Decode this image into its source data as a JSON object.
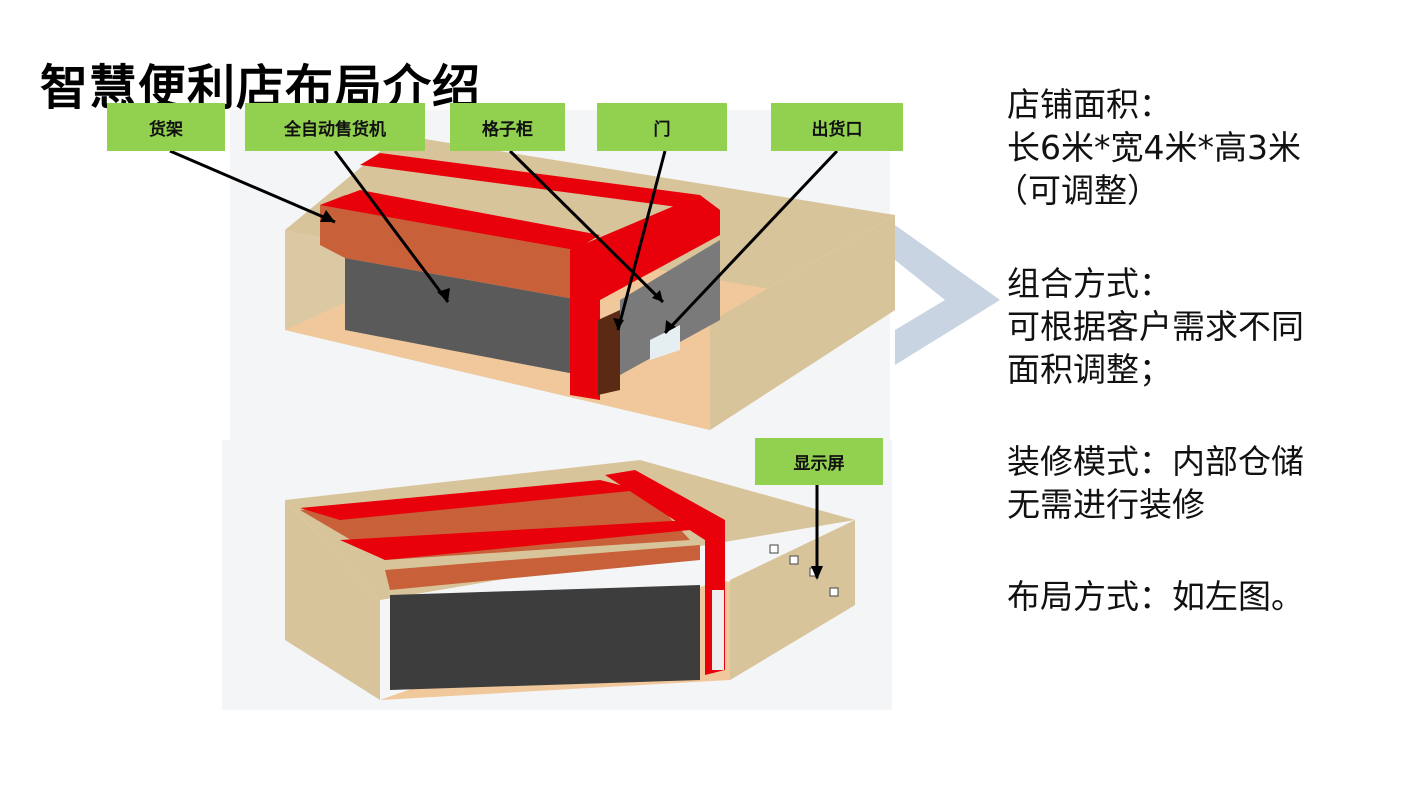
{
  "title": "智慧便利店布局介绍",
  "labels": {
    "shelf": "货架",
    "vending": "全自动售货机",
    "locker": "格子柜",
    "door": "门",
    "outlet": "出货口",
    "display": "显示屏"
  },
  "info": {
    "area_heading": "店铺面积：",
    "area_value": "长6米*宽4米*高3米",
    "area_note": "（可调整）",
    "combo_heading": "组合方式：",
    "combo_line1": "可根据客户需求不同",
    "combo_line2": "面积调整；",
    "deco_line1": "装修模式：内部仓储",
    "deco_line2": "无需进行装修",
    "layout_line": "布局方式：如左图。"
  },
  "colors": {
    "label_bg": "#92d050",
    "shelf_red": "#e8000b",
    "wall": "#d8c49a",
    "floor": "#f0c89c"
  }
}
